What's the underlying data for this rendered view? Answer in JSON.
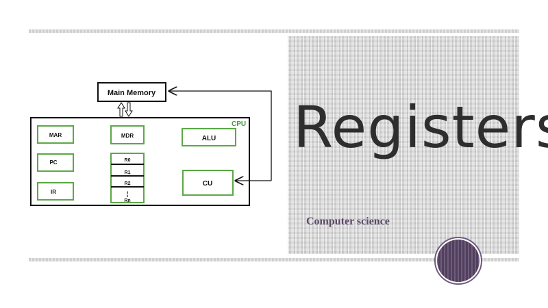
{
  "slide": {
    "title": "Registers",
    "subtitle": "Computer science"
  },
  "diagram": {
    "main_memory": "Main Memory",
    "cpu_label": "CPU",
    "registers": {
      "mar": "MAR",
      "pc": "PC",
      "ir": "IR",
      "mdr": "MDR",
      "alu": "ALU",
      "cu": "CU"
    },
    "register_file": [
      "R0",
      "R1",
      "R2",
      "Rn"
    ],
    "ellipsis": "¦"
  },
  "colors": {
    "green": "#5aa846",
    "cpu_label": "#3a9a3a",
    "accent_purple": "#5a4668"
  }
}
